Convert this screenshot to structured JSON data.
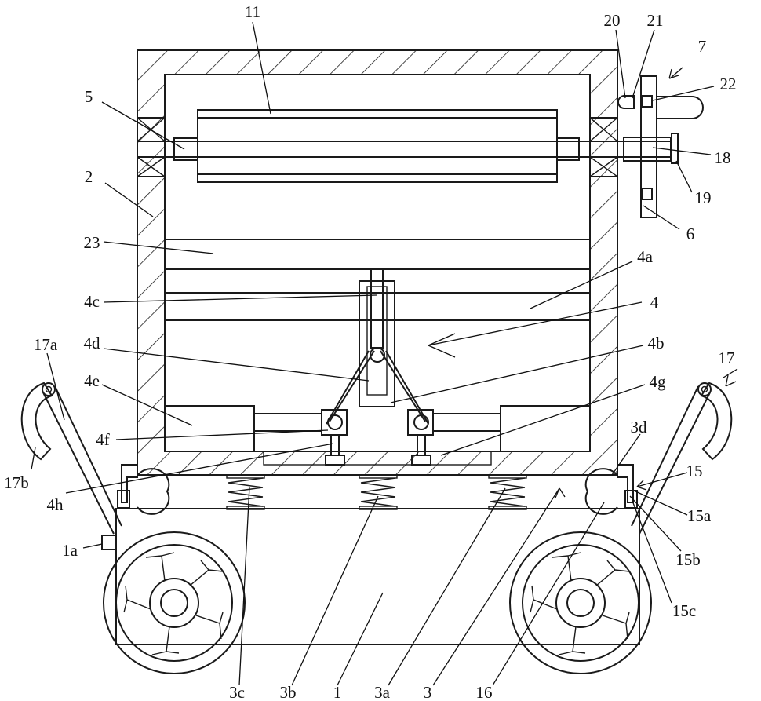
{
  "labels": {
    "l11": "11",
    "l20": "20",
    "l21": "21",
    "l7": "7",
    "l22": "22",
    "l5": "5",
    "l18": "18",
    "l2": "2",
    "l19": "19",
    "l6": "6",
    "l23": "23",
    "l4a": "4a",
    "l4c": "4c",
    "l4": "4",
    "l4d": "4d",
    "l4b": "4b",
    "l17a": "17a",
    "l17": "17",
    "l4e": "4e",
    "l4g": "4g",
    "l3d": "3d",
    "l4f": "4f",
    "l17b": "17b",
    "l15": "15",
    "l4h": "4h",
    "l15a": "15a",
    "l1a": "1a",
    "l15b": "15b",
    "l15c": "15c",
    "l3c": "3c",
    "l3b": "3b",
    "l1": "1",
    "l3a": "3a",
    "l3": "3",
    "l16": "16"
  }
}
